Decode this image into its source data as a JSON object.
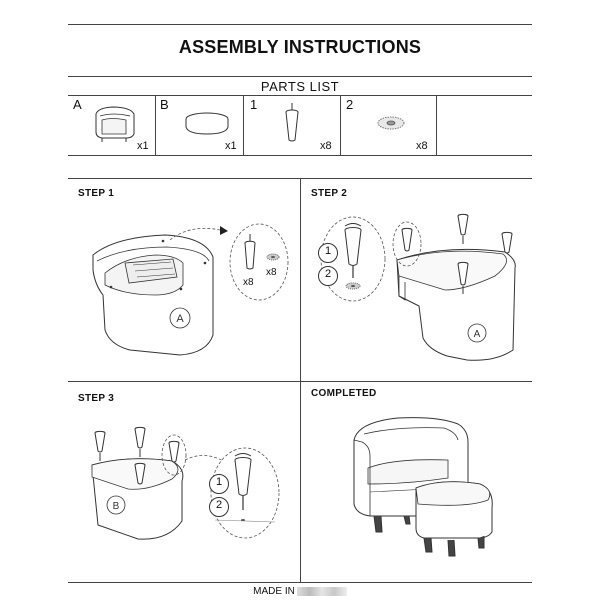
{
  "header": {
    "title": "ASSEMBLY INSTRUCTIONS"
  },
  "parts": {
    "title": "PARTS LIST",
    "items": [
      {
        "label": "A",
        "qty": "x1",
        "icon": "chair-icon"
      },
      {
        "label": "B",
        "qty": "x1",
        "icon": "ottoman-icon"
      },
      {
        "label": "1",
        "qty": "x8",
        "icon": "leg-icon"
      },
      {
        "label": "2",
        "qty": "x8",
        "icon": "washer-icon"
      }
    ]
  },
  "steps": {
    "step1": {
      "title": "STEP 1",
      "part": "A",
      "leg_qty": "x8",
      "washer_qty": "x8"
    },
    "step2": {
      "title": "STEP 2",
      "part": "A",
      "callout_1": "1",
      "callout_2": "2"
    },
    "step3": {
      "title": "STEP 3",
      "part": "B",
      "callout_1": "1",
      "callout_2": "2"
    },
    "completed": {
      "title": "COMPLETED"
    }
  },
  "footer": {
    "text": "MADE IN"
  }
}
